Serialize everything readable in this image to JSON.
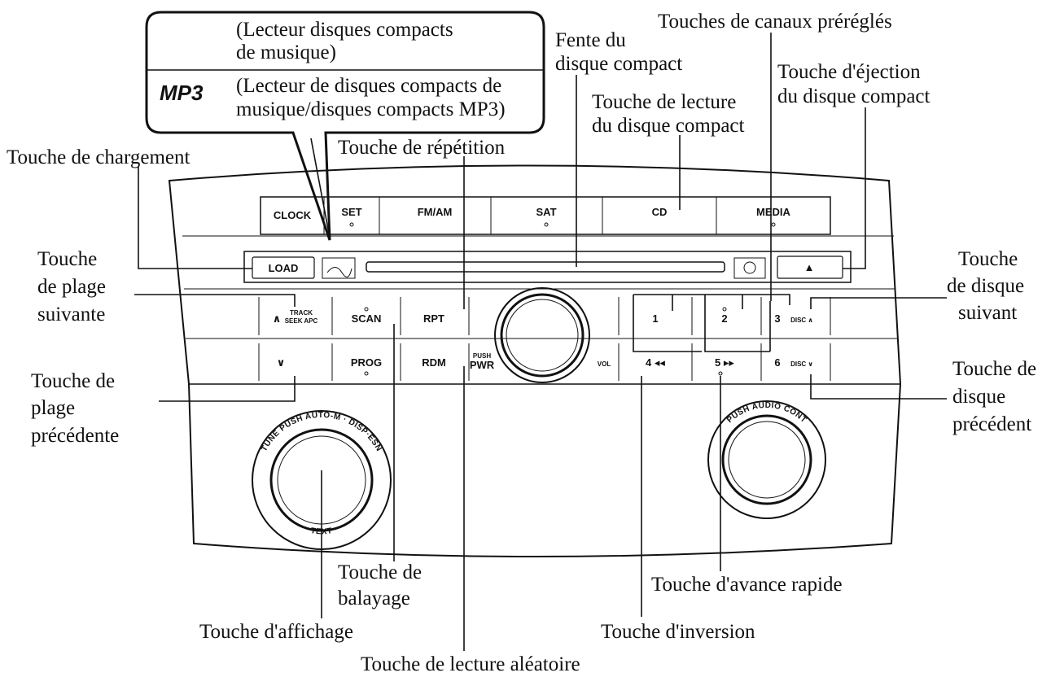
{
  "callout": {
    "cd_desc_1": "(Lecteur disques compacts",
    "cd_desc_2": "de musique)",
    "mp3_logo": "MP3",
    "mp3_desc_1": "(Lecteur de disques compacts de",
    "mp3_desc_2": "musique/disques compacts MP3)"
  },
  "labels": {
    "load": "Touche de chargement",
    "repeat": "Touche de répétition",
    "slot_1": "Fente du",
    "slot_2": "disque compact",
    "cd_play_1": "Touche de lecture",
    "cd_play_2": "du disque compact",
    "presets": "Touches de canaux préréglés",
    "eject_1": "Touche d'éjection",
    "eject_2": "du disque compact",
    "next_track_1": "Touche",
    "next_track_2": "de plage",
    "next_track_3": "suivante",
    "prev_track_1": "Touche de",
    "prev_track_2": "plage",
    "prev_track_3": "précédente",
    "next_disc_1": "Touche",
    "next_disc_2": "de disque",
    "next_disc_3": "suivant",
    "prev_disc_1": "Touche de",
    "prev_disc_2": "disque",
    "prev_disc_3": "précédent",
    "scan_1": "Touche de",
    "scan_2": "balayage",
    "display": "Touche d'affichage",
    "random": "Touche de lecture aléatoire",
    "reverse": "Touche d'inversion",
    "fast_forward": "Touche d'avance rapide"
  },
  "buttons": {
    "clock": "CLOCK",
    "set": "SET",
    "fmam": "FM/AM",
    "sat": "SAT",
    "cd": "CD",
    "media": "MEDIA",
    "load": "LOAD",
    "eject": "▲",
    "track_up_arrow": "∧",
    "track_1": "TRACK",
    "track_2": "SEEK APC",
    "scan": "SCAN",
    "rpt": "RPT",
    "preset_1": "1",
    "preset_2": "2",
    "preset_3": "3",
    "disc_up": "DISC ∧",
    "down": "∨",
    "prog": "PROG",
    "rdm": "RDM",
    "push": "PUSH",
    "pwr": "PWR",
    "vol": "VOL",
    "preset_4": "4 ◂◂",
    "preset_5": "5 ▸▸",
    "preset_6": "6",
    "disc_down": "DISC ∨"
  },
  "knobs": {
    "left_top": "TUNE PUSH AUTO-M · DISP·ESN",
    "left_bottom": "TEXT",
    "right_top": "PUSH AUDIO CONT"
  }
}
